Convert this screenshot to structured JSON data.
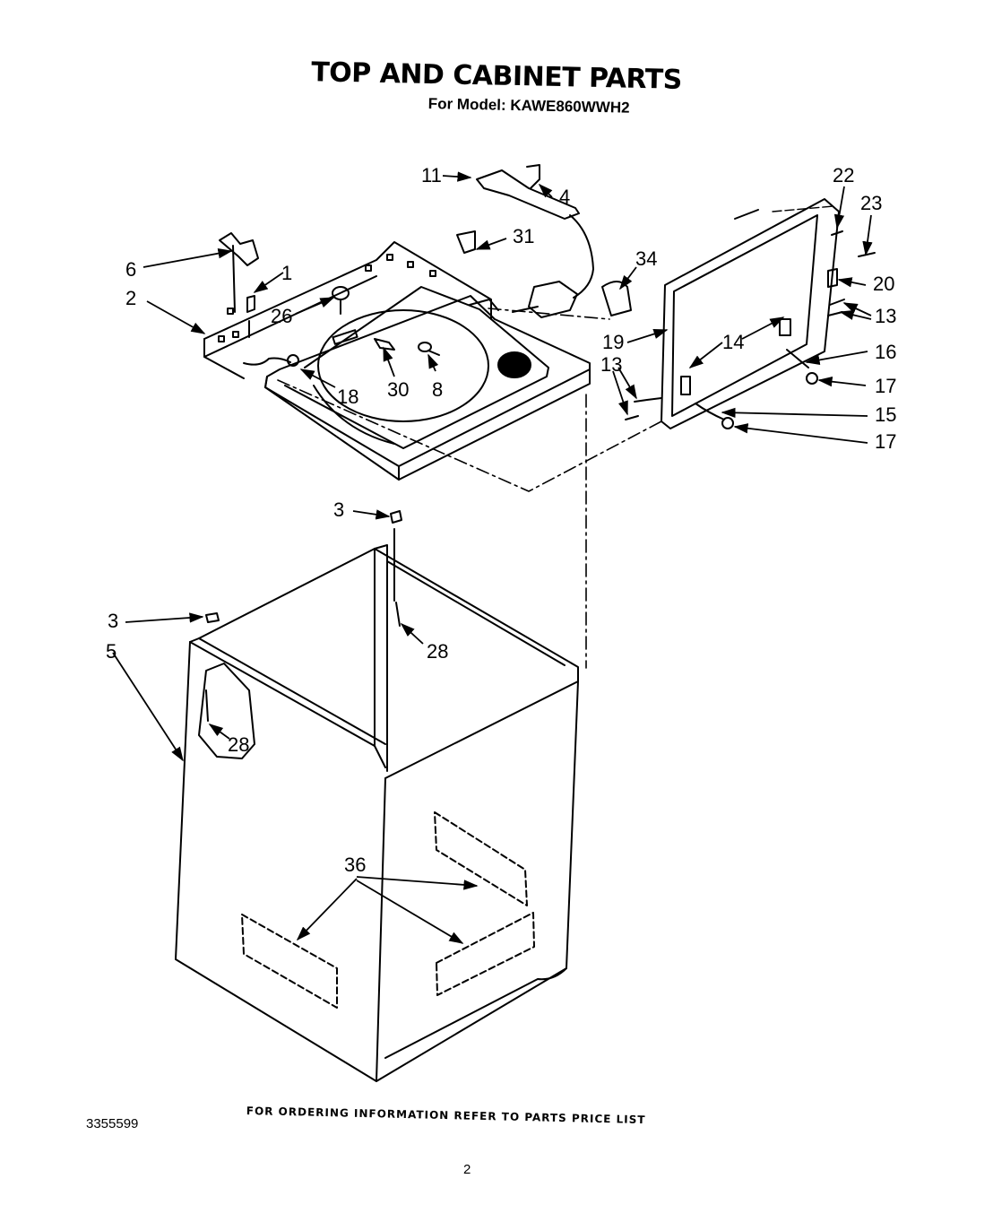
{
  "title": "TOP AND CABINET PARTS",
  "subtitle": "For Model: KAWE860WWH2",
  "footer_note": "FOR ORDERING INFORMATION REFER TO PARTS PRICE LIST",
  "document_number": "3355599",
  "page_number": "2",
  "callouts": {
    "c11": "11",
    "c4": "4",
    "c22": "22",
    "c23": "23",
    "c31": "31",
    "c34": "34",
    "c20": "20",
    "c6": "6",
    "c1": "1",
    "c2": "2",
    "c26": "26",
    "c13a": "13",
    "c19": "19",
    "c14": "14",
    "c16": "16",
    "c13b": "13",
    "c17a": "17",
    "c18": "18",
    "c30": "30",
    "c8": "8",
    "c15": "15",
    "c17b": "17",
    "c3a": "3",
    "c3b": "3",
    "c5": "5",
    "c28a": "28",
    "c28b": "28",
    "c36": "36"
  }
}
